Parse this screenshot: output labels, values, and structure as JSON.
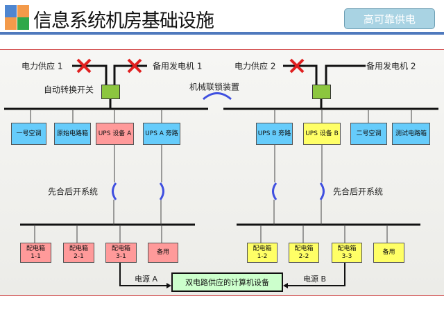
{
  "header": {
    "title": "信息系统机房基础设施",
    "badge": "高可靠供电"
  },
  "colors": {
    "blue_box": "#66ccfb",
    "pink_box": "#ff9a9a",
    "yellow_box": "#ffff66",
    "switch": "#8cc63f",
    "x_mark": "#e02020",
    "interlock": "#3f4fe0"
  },
  "sources": {
    "power1": "电力供应 1",
    "gen1": "备用发电机 1",
    "power2": "电力供应 2",
    "gen2": "备用发电机 2"
  },
  "labels": {
    "ats": "自动转换开关",
    "interlock": "机械联锁装置",
    "mbb_left": "先合后开系统",
    "mbb_right": "先合后开系统",
    "feed_a": "电源 A",
    "feed_b": "电源 B"
  },
  "top_boxes": [
    "一号空调",
    "原始电路箱",
    "UPS 设备 A",
    "UPS A 旁路",
    "UPS B 旁路",
    "UPS 设备 B",
    "二号空调",
    "测试电路箱"
  ],
  "bottom_boxes": [
    "配电箱\n1-1",
    "配电箱\n2-1",
    "配电箱\n3-1",
    "备用",
    "配电箱\n1-2",
    "配电箱\n2-2",
    "配电箱\n3-3",
    "备用"
  ],
  "load": "双电路供应的计算机设备"
}
